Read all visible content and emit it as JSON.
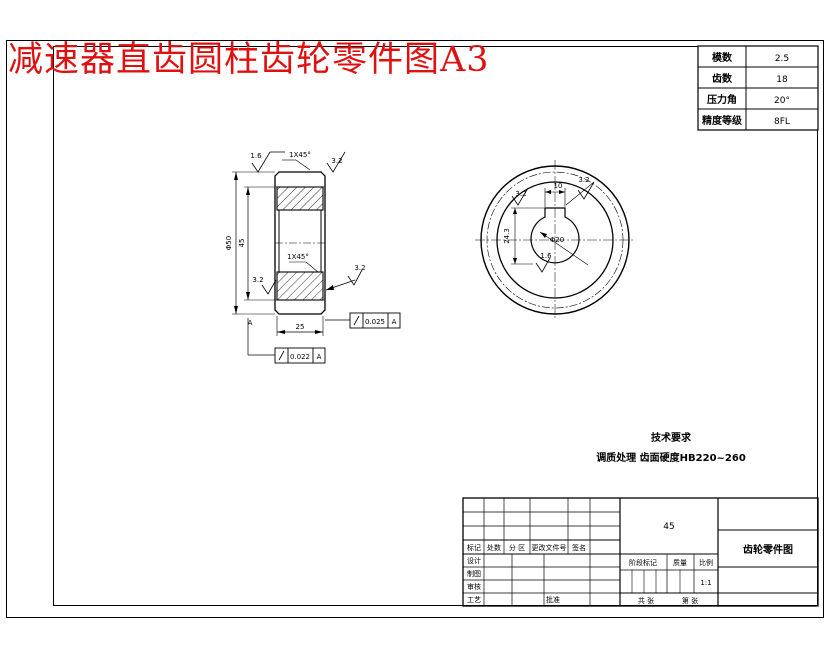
{
  "title": "减速器直齿圆柱齿轮零件图A3",
  "gear_params": [
    {
      "label": "模数",
      "value": "2.5"
    },
    {
      "label": "齿数",
      "value": "18"
    },
    {
      "label": "压力角",
      "value": "20°"
    },
    {
      "label": "精度等级",
      "value": "8FL"
    }
  ],
  "section_view": {
    "roughness_left": "1.6",
    "chamfer_top": "1X45°",
    "roughness_right": "3.2",
    "chamfer_mid": "1X45°",
    "roughness_lower_left": "3.2",
    "roughness_lower_right": "3.2",
    "dim_outer_dia": "Φ50",
    "dim_pitch_dia": "45",
    "dim_width": "25",
    "runout_right": "0.025",
    "runout_bottom": "0.022",
    "datum_right": "A",
    "datum_bottom": "A",
    "datum_label": "A"
  },
  "front_view": {
    "roughness_key": "3.2",
    "dim_keyway": "10",
    "roughness_right": "3.2",
    "dim_keyway_depth": "24.3",
    "roughness_bore": "1.6",
    "dim_bore": "Φ20"
  },
  "tech_req": {
    "heading": "技术要求",
    "line": "调质处理 齿面硬度HB220~260"
  },
  "title_block": {
    "material": "45",
    "drawing_name": "齿轮零件图",
    "rev_headers": [
      "标记",
      "处数",
      "分 区",
      "更改文件号",
      "签名"
    ],
    "role_labels": [
      "设计",
      "制图",
      "审核",
      "工艺"
    ],
    "approve": "批准",
    "stage_label": "阶段标记",
    "weight_label": "质量",
    "scale_label": "比例",
    "scale_value": "1:1",
    "sheets_total": "共 张",
    "sheet_no": "第 张"
  }
}
